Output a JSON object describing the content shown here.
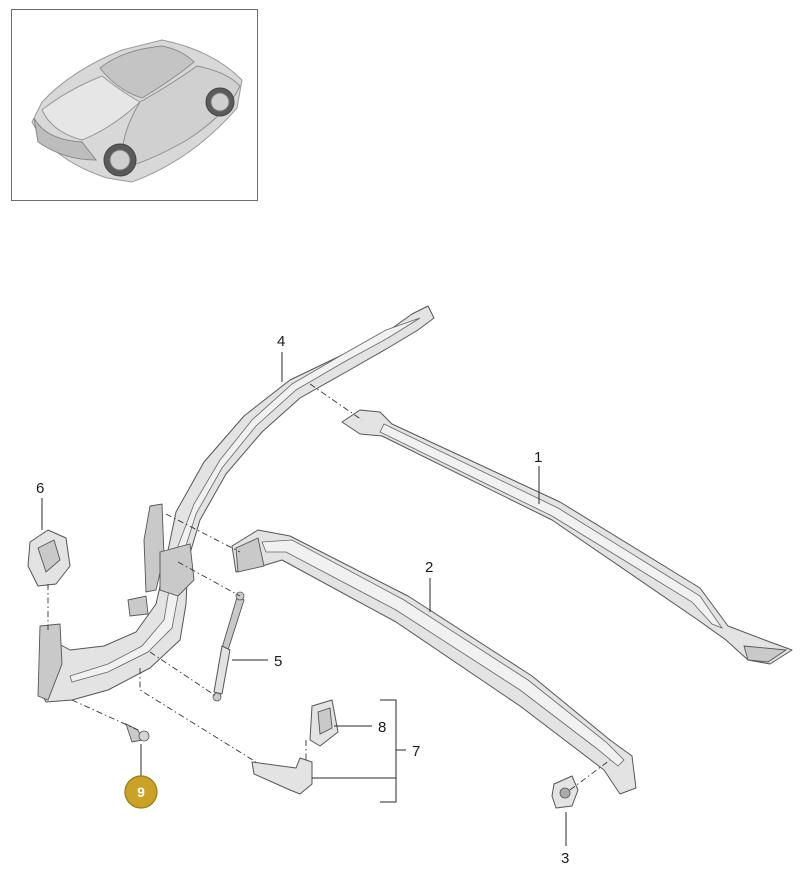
{
  "callouts": [
    {
      "id": "1",
      "label": "1"
    },
    {
      "id": "2",
      "label": "2"
    },
    {
      "id": "3",
      "label": "3"
    },
    {
      "id": "4",
      "label": "4"
    },
    {
      "id": "5",
      "label": "5"
    },
    {
      "id": "6",
      "label": "6"
    },
    {
      "id": "7",
      "label": "7"
    },
    {
      "id": "8",
      "label": "8"
    }
  ],
  "highlighted_part": {
    "label": "9",
    "color": "#c9a227"
  },
  "colors": {
    "part_fill": "#e3e3e3",
    "part_stroke": "#555555",
    "badge": "#c9a227"
  }
}
